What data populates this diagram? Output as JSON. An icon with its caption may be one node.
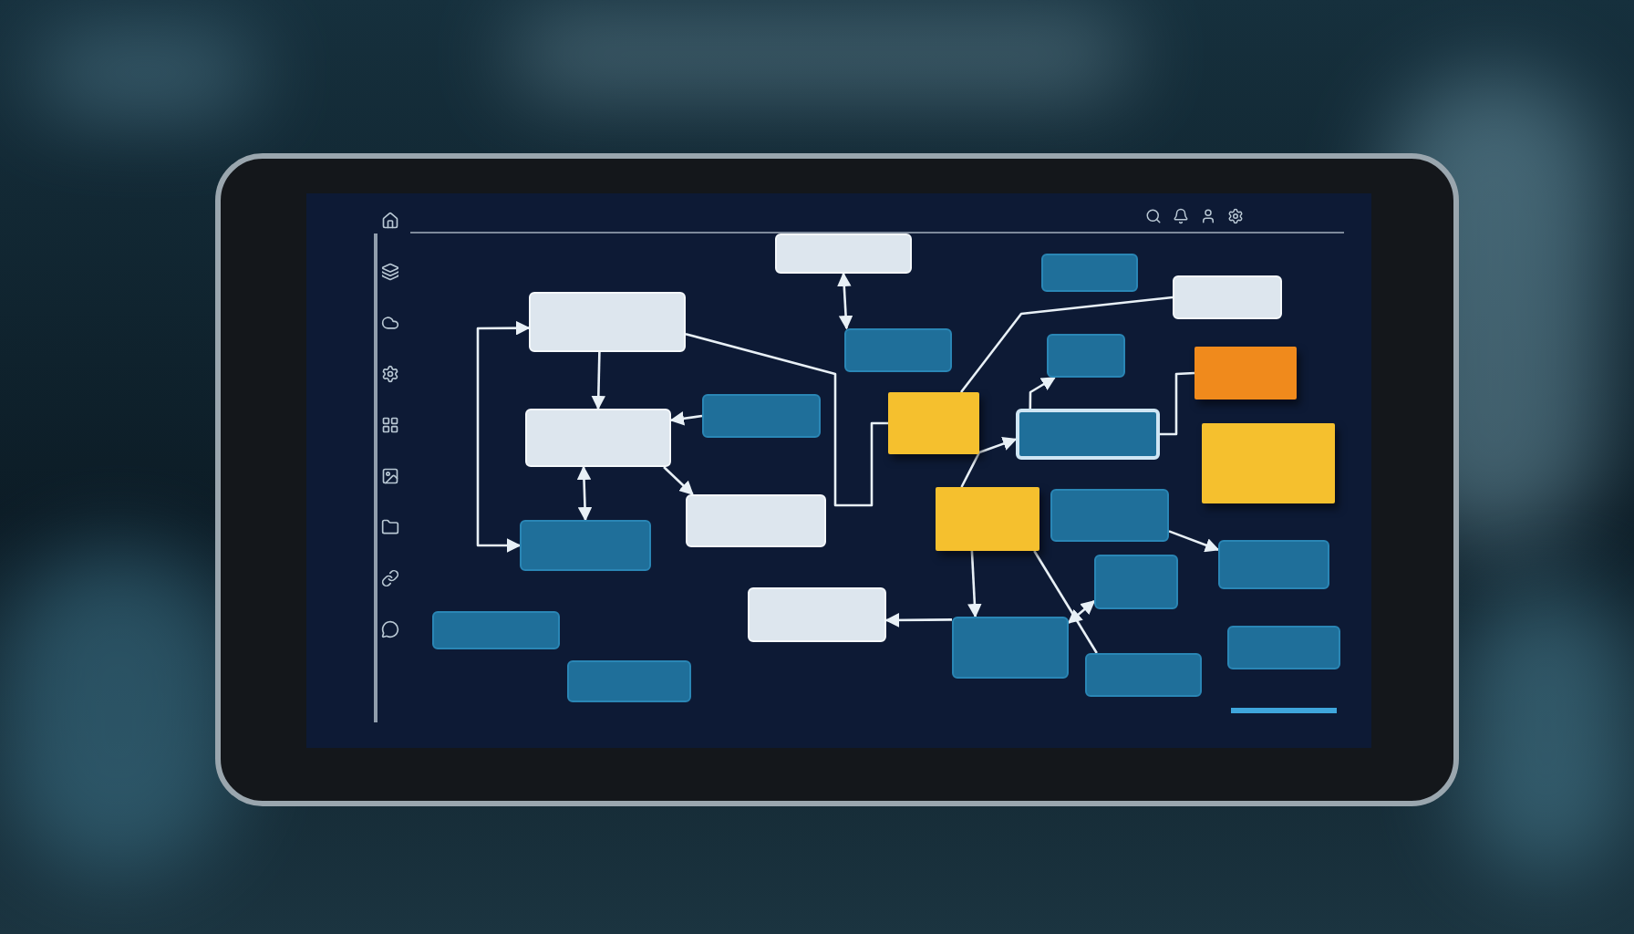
{
  "diagram": {
    "nodes": [
      {
        "text": [],
        "shape": "box"
      },
      {
        "text": [],
        "shape": "box"
      },
      {
        "text": [],
        "shape": "box"
      },
      {
        "text": [],
        "shape": "box"
      },
      {
        "text": [],
        "shape": "box"
      },
      {
        "text": [],
        "shape": "box"
      },
      {
        "text": [],
        "shape": "box"
      },
      {
        "text": [],
        "shape": "box"
      },
      {
        "text": [],
        "shape": "note"
      },
      {
        "text": [],
        "shape": "note"
      },
      {
        "text": [],
        "shape": "box"
      },
      {
        "text": [],
        "shape": "note"
      },
      {
        "text": [],
        "shape": "box"
      },
      {
        "text": [],
        "shape": "box"
      },
      {
        "text": [],
        "shape": "note"
      },
      {
        "text": [],
        "shape": "box"
      },
      {
        "text": [],
        "shape": "box"
      },
      {
        "text": [],
        "shape": "box"
      },
      {
        "text": [],
        "shape": "box"
      },
      {
        "text": [],
        "shape": "box"
      },
      {
        "text": [],
        "shape": "box"
      },
      {
        "text": [],
        "shape": "box"
      },
      {
        "text": [],
        "shape": "box"
      },
      {
        "text": [],
        "shape": "box"
      }
    ],
    "edges": [
      {
        "from": 0,
        "to": 2,
        "arrow": "both"
      },
      {
        "from": 1,
        "to": 6,
        "arrow": "to"
      },
      {
        "from": 7,
        "to": 6,
        "arrow": "to"
      },
      {
        "from": 6,
        "to": 12,
        "arrow": "both"
      },
      {
        "from": 6,
        "to": 13,
        "arrow": "to"
      },
      {
        "from": 1,
        "to": 12,
        "arrow": "both"
      },
      {
        "from": 1,
        "to": 8,
        "arrow": "none"
      },
      {
        "from": 8,
        "to": 4,
        "arrow": "none"
      },
      {
        "from": 10,
        "to": 5,
        "arrow": "to"
      },
      {
        "from": 14,
        "to": 10,
        "arrow": "to"
      },
      {
        "from": 10,
        "to": 9,
        "arrow": "none"
      },
      {
        "from": 21,
        "to": 16,
        "arrow": "to"
      },
      {
        "from": 14,
        "to": 21,
        "arrow": "to"
      },
      {
        "from": 14,
        "to": 22,
        "arrow": "none"
      },
      {
        "from": 21,
        "to": 19,
        "arrow": "both"
      },
      {
        "from": 15,
        "to": 18,
        "arrow": "to"
      }
    ]
  }
}
